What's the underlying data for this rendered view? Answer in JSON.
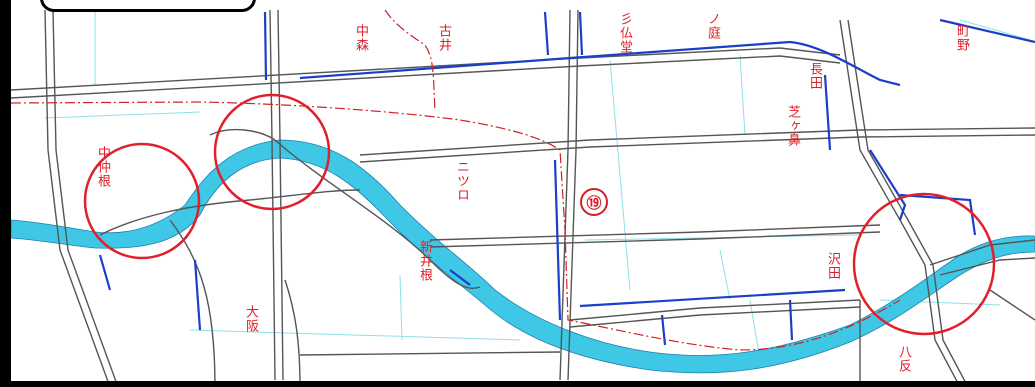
{
  "map": {
    "colors": {
      "river": "#3ec8e6",
      "road": "#555555",
      "waterway": "#1a3fc8",
      "boundary": "#d0202a",
      "field": "#8ee0ea",
      "highlight": "#e0202a"
    },
    "place_labels": {
      "nakamori": "中森",
      "furui": "古井",
      "tsuributsudo": "彡仏堂",
      "yashiki_top": "ノ庭",
      "machino": "町野",
      "nagata": "長田",
      "shibagaka": "芝ヶ鼻",
      "chubu": "中仲根",
      "nijiro": "ニツロ",
      "arainae": "新井根",
      "sawada": "沢田",
      "osaka": "大阪",
      "hachi": "八反"
    },
    "route_badge": "⑲"
  }
}
